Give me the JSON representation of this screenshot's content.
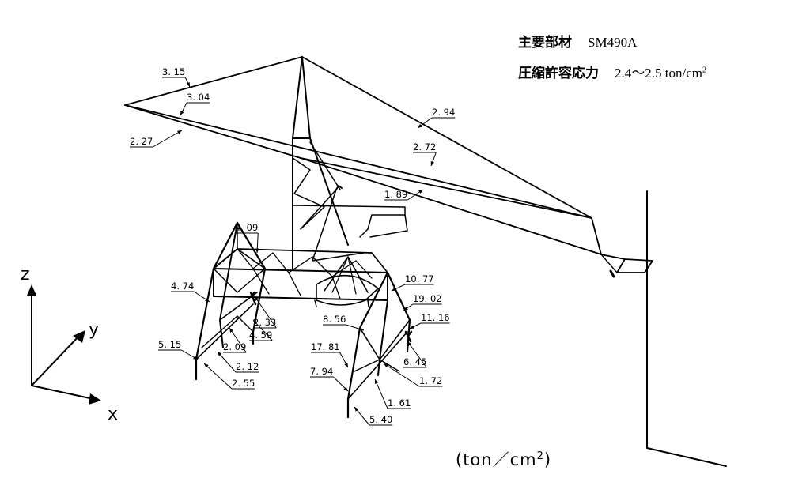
{
  "header": {
    "material_key": "主要部材",
    "material_value": "SM490A",
    "stress_key": "圧縮許容応力",
    "stress_range": "2.4〜2.5 ton/cm",
    "stress_sup": "2"
  },
  "unit": {
    "text": "(ton／cm",
    "sup": "2",
    "close": ")"
  },
  "axes": {
    "z": "z",
    "y": "y",
    "x": "x"
  },
  "stress_labels": [
    "3.15",
    "3.04",
    "2.27",
    "2.94",
    "2.72",
    "1.89",
    "4.09",
    "4.74",
    "2.33",
    "4.59",
    "2.09",
    "5.15",
    "2.12",
    "2.55",
    "10.77",
    "19.02",
    "8.56",
    "11.16",
    "17.81",
    "6.45",
    "7.94",
    "1.72",
    "1.61",
    "5.40"
  ]
}
